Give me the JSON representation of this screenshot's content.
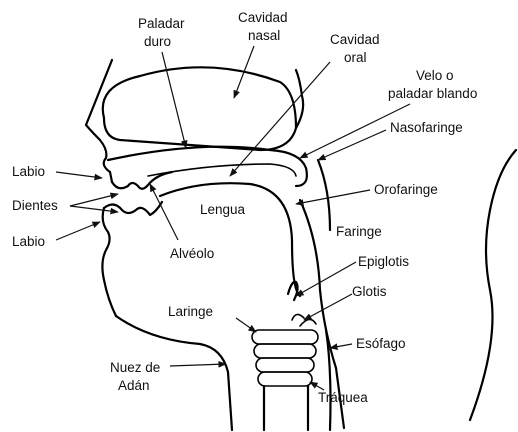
{
  "labels": {
    "paladar_duro": [
      "Paladar",
      "duro"
    ],
    "cavidad_nasal": [
      "Cavidad",
      "nasal"
    ],
    "cavidad_oral": [
      "Cavidad",
      "oral"
    ],
    "velo": [
      "Velo o",
      "paladar blando"
    ],
    "nasofaringe": "Nasofaringe",
    "labio_sup": "Labio",
    "dientes": "Dientes",
    "labio_inf": "Labio",
    "orofaringe": "Orofaringe",
    "lengua": "Lengua",
    "faringe": "Faringe",
    "alveolo": "Alvéolo",
    "epiglotis": "Epiglotis",
    "glotis": "Glotis",
    "laringe": "Laringe",
    "esofago": "Esófago",
    "nuez": [
      "Nuez de",
      "Adán"
    ],
    "traquea": "Tráquea"
  }
}
